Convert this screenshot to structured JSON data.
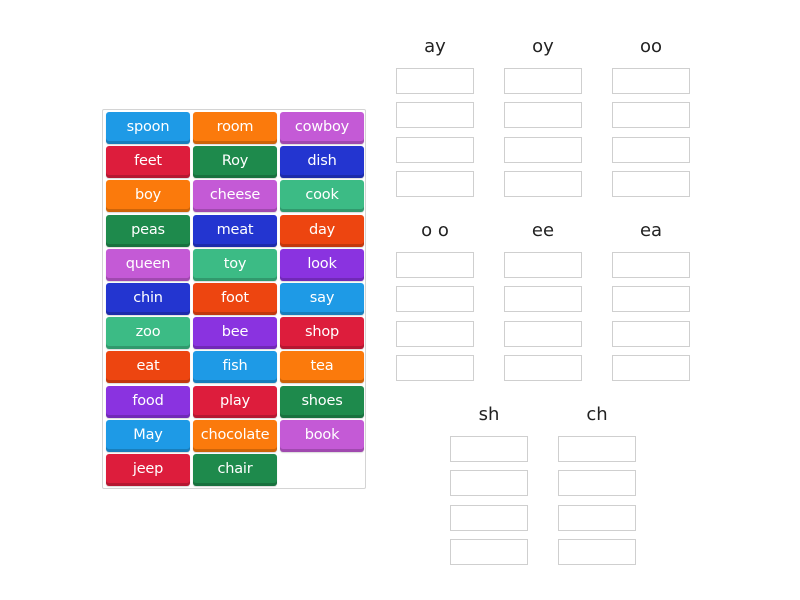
{
  "colors": {
    "blue": "#1e9ae6",
    "orange": "#fb7a0c",
    "violet": "#c45ad6",
    "red": "#dd1d3c",
    "green": "#1e8a4c",
    "navy": "#2335d0",
    "teal": "#3cbb85",
    "redorange": "#ed4510",
    "purple": "#8a33e0"
  },
  "word_bank": {
    "tiles": [
      {
        "label": "spoon",
        "color": "blue"
      },
      {
        "label": "room",
        "color": "orange"
      },
      {
        "label": "cowboy",
        "color": "violet"
      },
      {
        "label": "feet",
        "color": "red"
      },
      {
        "label": "Roy",
        "color": "green"
      },
      {
        "label": "dish",
        "color": "navy"
      },
      {
        "label": "boy",
        "color": "orange"
      },
      {
        "label": "cheese",
        "color": "violet"
      },
      {
        "label": "cook",
        "color": "teal"
      },
      {
        "label": "peas",
        "color": "green"
      },
      {
        "label": "meat",
        "color": "navy"
      },
      {
        "label": "day",
        "color": "redorange"
      },
      {
        "label": "queen",
        "color": "violet"
      },
      {
        "label": "toy",
        "color": "teal"
      },
      {
        "label": "look",
        "color": "purple"
      },
      {
        "label": "chin",
        "color": "navy"
      },
      {
        "label": "foot",
        "color": "redorange"
      },
      {
        "label": "say",
        "color": "blue"
      },
      {
        "label": "zoo",
        "color": "teal"
      },
      {
        "label": "bee",
        "color": "purple"
      },
      {
        "label": "shop",
        "color": "red"
      },
      {
        "label": "eat",
        "color": "redorange"
      },
      {
        "label": "fish",
        "color": "blue"
      },
      {
        "label": "tea",
        "color": "orange"
      },
      {
        "label": "food",
        "color": "purple"
      },
      {
        "label": "play",
        "color": "red"
      },
      {
        "label": "shoes",
        "color": "green"
      },
      {
        "label": "May",
        "color": "blue"
      },
      {
        "label": "chocolate",
        "color": "orange"
      },
      {
        "label": "book",
        "color": "violet"
      },
      {
        "label": "jeep",
        "color": "red"
      },
      {
        "label": "chair",
        "color": "green"
      }
    ]
  },
  "groups": [
    {
      "title": "ay",
      "slots": 4
    },
    {
      "title": "oy",
      "slots": 4
    },
    {
      "title": "oo",
      "slots": 4
    },
    {
      "title": "o o",
      "slots": 4
    },
    {
      "title": "ee",
      "slots": 4
    },
    {
      "title": "ea",
      "slots": 4
    },
    {
      "title": "sh",
      "slots": 4
    },
    {
      "title": "ch",
      "slots": 4
    }
  ]
}
